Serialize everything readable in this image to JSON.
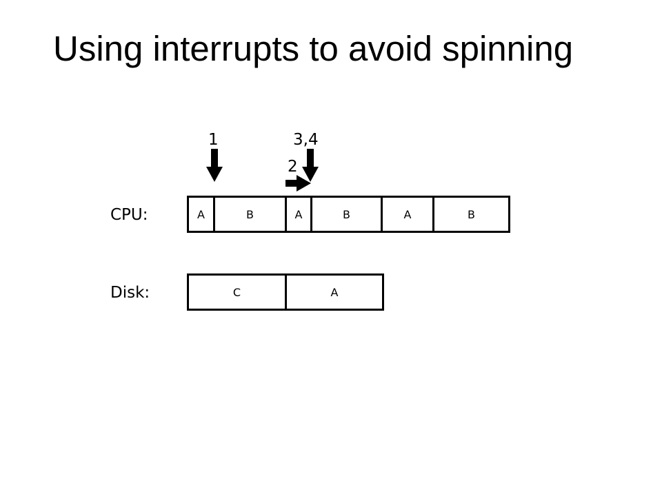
{
  "slide": {
    "title": "Using interrupts to avoid spinning"
  },
  "timeline": {
    "cpu_label": "CPU:",
    "disk_label": "Disk:",
    "cpu_segments": [
      "A",
      "B",
      "A",
      "B",
      "A",
      "B"
    ],
    "disk_segments": [
      "C",
      "A"
    ]
  },
  "markers": {
    "m1": "1",
    "m2": "2",
    "m34": "3,4"
  }
}
